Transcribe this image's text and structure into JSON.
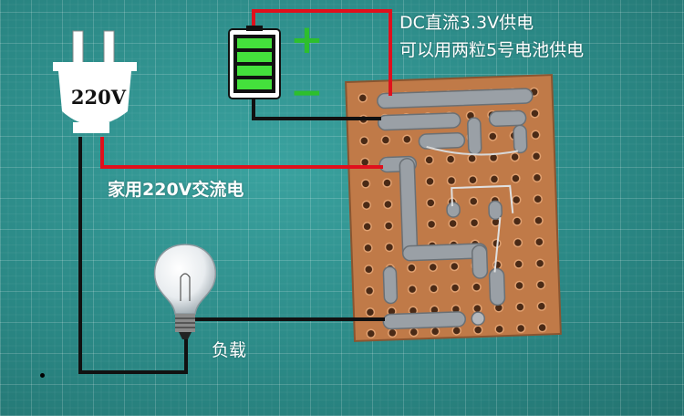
{
  "battery_label": {
    "line1": "DC直流3.3V供电",
    "line2": "可以用两粒5号电池供电"
  },
  "plug_label": "220V",
  "ac_label": "家用220V交流电",
  "load_label": "负载",
  "battery": {
    "plus_symbol": "+",
    "minus_symbol": "−",
    "plus_color": "#2dbf2d",
    "minus_color": "#2dbf2d",
    "cell_color": "#44e03c"
  },
  "wire_colors": {
    "positive": "#e0101c",
    "negative": "#111111"
  },
  "board_color": "#c8804f"
}
